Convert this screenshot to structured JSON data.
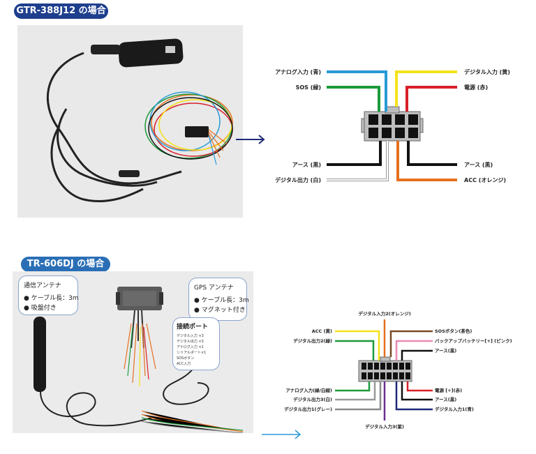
{
  "section1": {
    "badge": "GTR-388J12 の場合",
    "labels": {
      "analog_in": "アナログ入力 (青)",
      "sos": "SOS (緑)",
      "earth_left": "アース (黒)",
      "digital_out": "デジタル出力 (白)",
      "digital_in": "デジタル入力 (黄)",
      "power": "電源 (赤)",
      "earth_right": "アース (黒)",
      "acc": "ACC (オレンジ)"
    }
  },
  "section2": {
    "badge": "TR-606DJ の場合",
    "callout_comm": {
      "title": "通信アンテナ",
      "line1": "● ケーブル長：3m",
      "line2": "● 吸盤付き"
    },
    "callout_gps": {
      "title": "GPS アンテナ",
      "line1": "● ケーブル長：3m",
      "line2": "● マグネット付き"
    },
    "callout_port": {
      "title": "接続ポート",
      "items": [
        "デジタル入力 ×3",
        "デジタル出力 ×3",
        "アナログ入力 ×1",
        "シリアルポート×1",
        "SOSボタン",
        "ACC入力"
      ]
    },
    "labels": {
      "digital_in2": "デジタル入力2(オレンジ)",
      "acc": "ACC (黄)",
      "digital_out2": "デジタル出力2(緑)",
      "analog_in": "アナログ入力(緑/白線)",
      "digital_out3": "デジタル出力3(白)",
      "digital_out1": "デジタル出力1(グレー)",
      "digital_in3": "デジタル入力3(紫)",
      "sos_button": "SOSボタン(茶色)",
      "backup_battery": "バックアップバッテリー[+] (ピンク)",
      "earth_top": "アース(黒)",
      "power": "電源 [+](赤)",
      "earth_bottom": "アース(黒)",
      "digital_in1": "デジタル入力1(青)"
    }
  },
  "colors": {
    "badge1": "#1e3f8e",
    "badge2": "#2a6fb5",
    "blue": "#2a9ad6",
    "green": "#1c9a3a",
    "black": "#111111",
    "white": "#ffffff",
    "yellow": "#f4e21a",
    "red": "#d8202a",
    "orange": "#e5701f",
    "brown": "#7a4a25",
    "pink": "#e88bb4",
    "purple": "#6a2d8c",
    "gray": "#8a8a8a",
    "navy": "#1e2a78"
  }
}
